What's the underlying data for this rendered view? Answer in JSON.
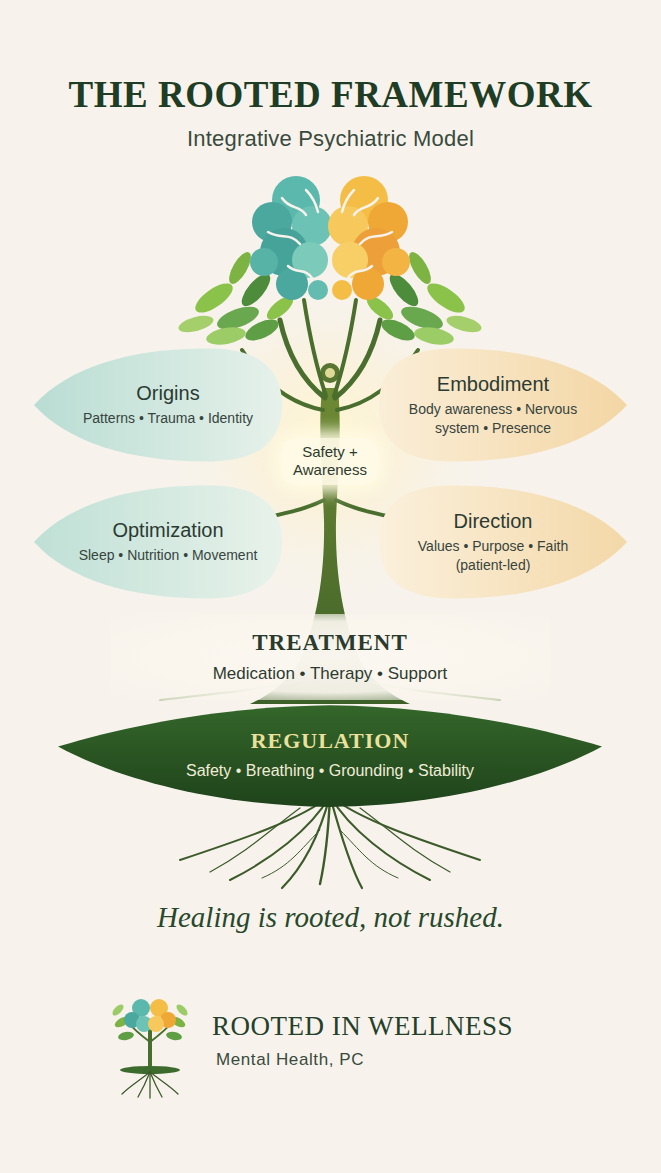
{
  "diagram": {
    "title": "THE ROOTED FRAMEWORK",
    "caption": "Healing is rooted, not rushed.",
    "nodes": [
      {
        "text": [
          "Origins",
          "Patterns • Trauma • Identity"
        ]
      },
      {
        "text": [
          "Embodiment",
          "Body awareness • Nervous system • Presence"
        ]
      },
      {
        "text": [
          "Optimization",
          "Sleep • Nutrition • Movement"
        ]
      },
      {
        "text": [
          "Direction",
          "Values • Purpose • Faith (patient-led)"
        ]
      },
      {
        "text": [
          "TREATMENT",
          "Medication • Therapy • Support"
        ]
      },
      {
        "text": [
          "REGULATION",
          "Safety • Breathing • Grounding • Stability"
        ]
      }
    ],
    "labels": [
      "Integrative Psychiatric Model",
      "Safety + Awareness",
      "ROOTED IN WELLNESS",
      "Mental Health, PC"
    ]
  }
}
